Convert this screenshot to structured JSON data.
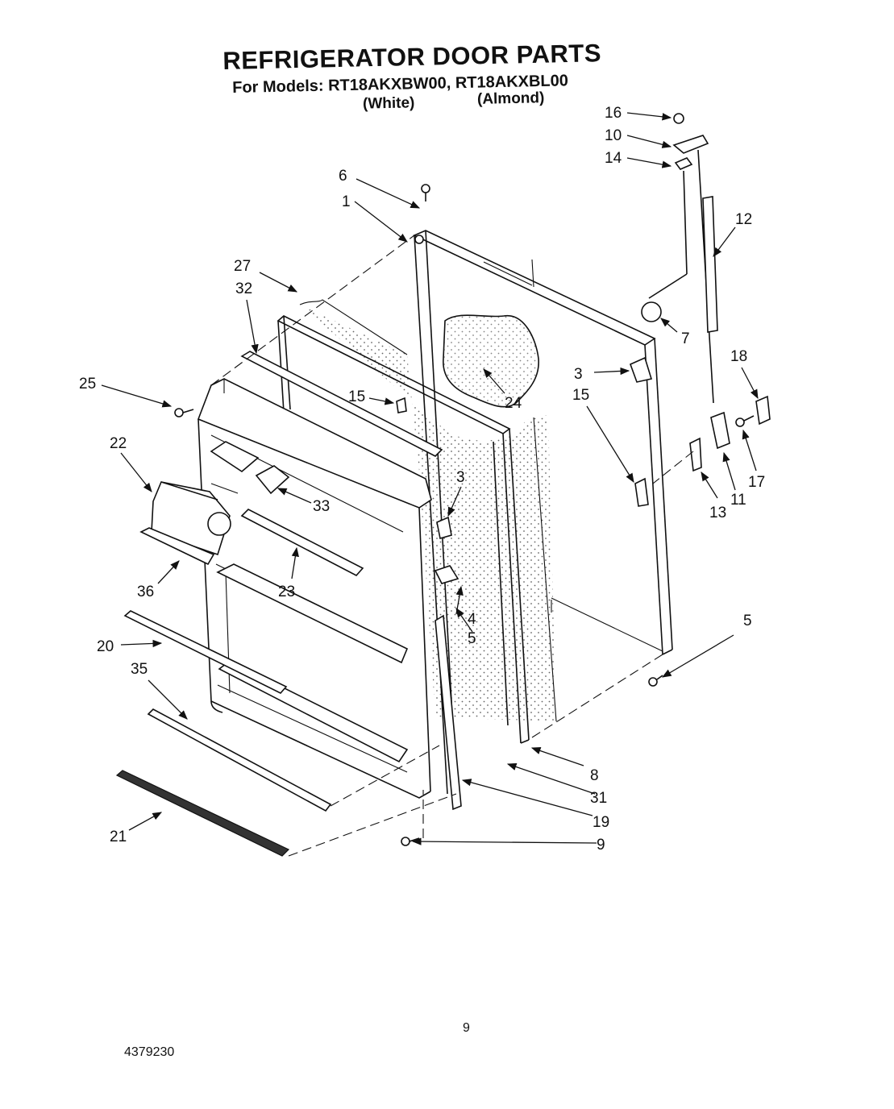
{
  "header": {
    "title": "REFRIGERATOR DOOR PARTS",
    "models": "For Models: RT18AKXBW00, RT18AKXBL00",
    "finish_white": "(White)",
    "finish_almond": "(Almond)"
  },
  "callouts": [
    "16",
    "10",
    "14",
    "6",
    "1",
    "12",
    "27",
    "32",
    "7",
    "3",
    "18",
    "25",
    "15",
    "24",
    "15",
    "22",
    "3",
    "33",
    "17",
    "11",
    "13",
    "36",
    "23",
    "4",
    "5",
    "5",
    "20",
    "35",
    "8",
    "31",
    "19",
    "21",
    "9"
  ],
  "footer": {
    "page_number": "9",
    "document_id": "4379230"
  },
  "colors": {
    "ink": "#111111",
    "paper": "#ffffff"
  }
}
